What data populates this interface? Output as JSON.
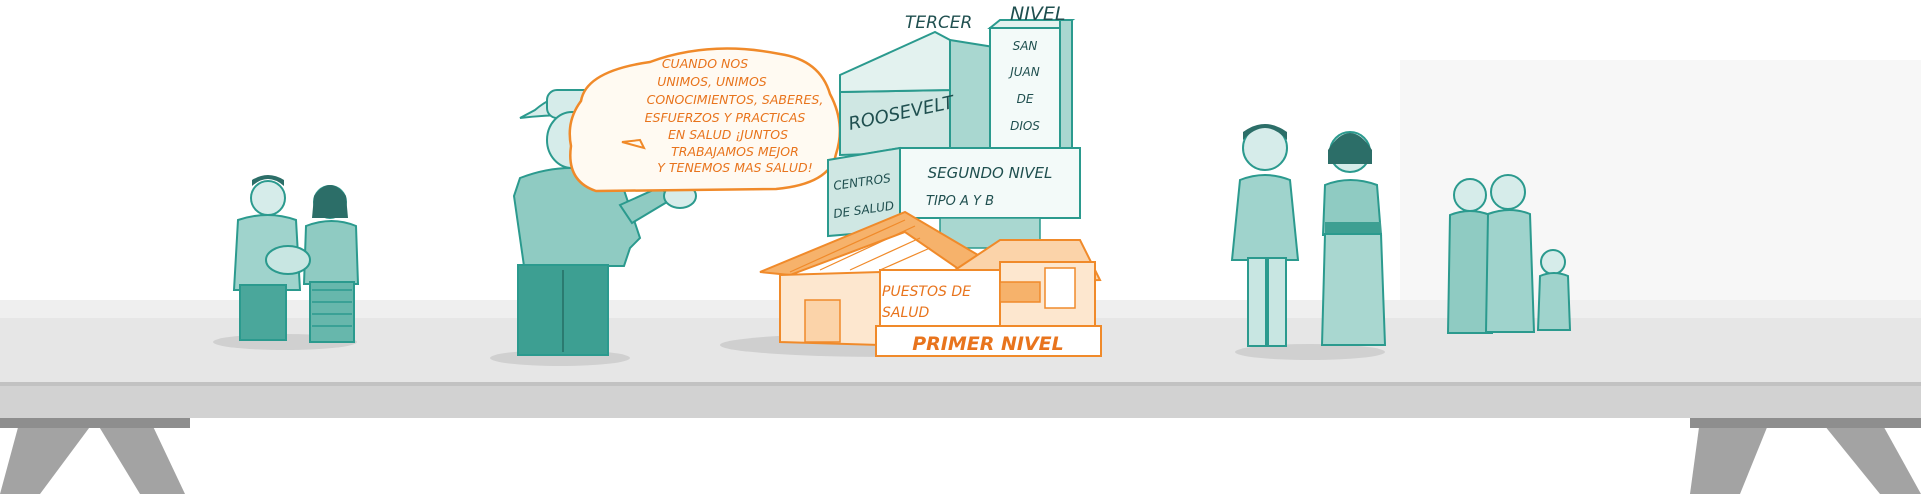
{
  "speech_bubble": {
    "lines": [
      "CUANDO NOS",
      "UNIMOS, UNIMOS",
      "CONOCIMIENTOS, SABERES,",
      "ESFUERZOS Y PRACTICAS",
      "EN SALUD ¡JUNTOS",
      "TRABAJAMOS MEJOR",
      "Y TENEMOS MAS SALUD!"
    ]
  },
  "third_level": {
    "title_left": "TERCER",
    "title_right": "NIVEL",
    "hospital_left": "ROOSEVELT",
    "hospital_right_lines": [
      "SAN",
      "JUAN",
      "DE",
      "DIOS"
    ]
  },
  "second_level": {
    "side_lines": [
      "CENTROS",
      "DE SALUD"
    ],
    "title": "SEGUNDO NIVEL",
    "subtitle": "TIPO A Y B"
  },
  "first_level": {
    "sign_lines": [
      "PUESTOS DE",
      "SALUD"
    ],
    "title": "PRIMER NIVEL"
  },
  "colors": {
    "teal": "#2b9a8e",
    "teal_dark": "#1f4f4f",
    "orange": "#f08a2a",
    "table_top": "#e9e9e9",
    "table_legs": "#9c9c9c"
  }
}
